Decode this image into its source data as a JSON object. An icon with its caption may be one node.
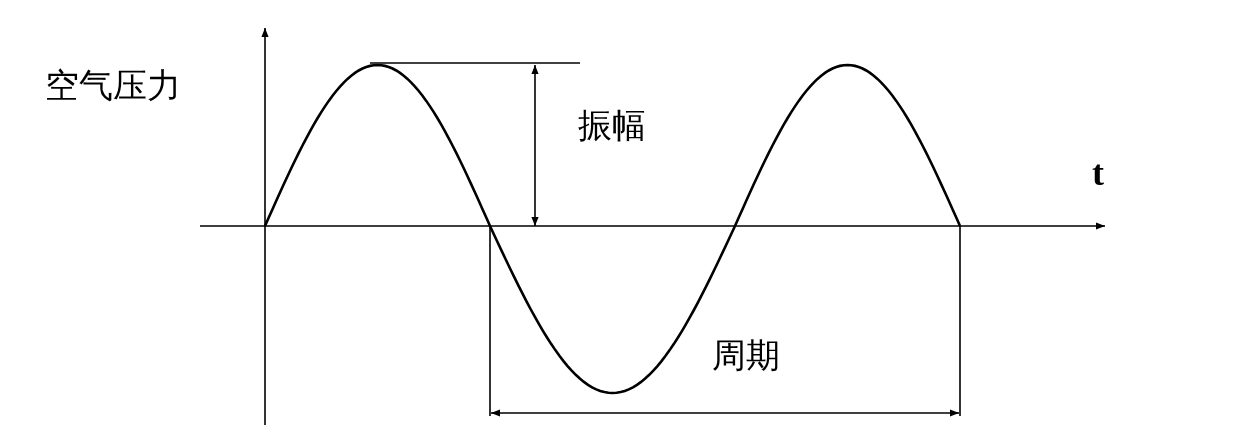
{
  "diagram": {
    "labels": [
      "空气压力",
      "振幅",
      "t",
      "周期"
    ]
  }
}
